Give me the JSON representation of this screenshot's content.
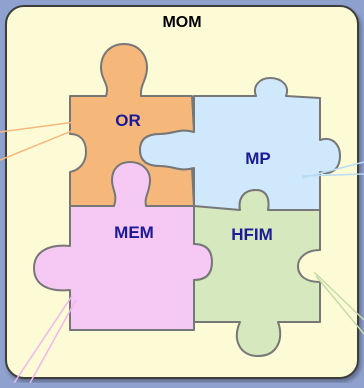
{
  "diagram": {
    "title": "MOM",
    "colors": {
      "background": "#8fa2cf",
      "panel": "#fdfbd6",
      "panel_border": "#3c3c3c",
      "or": "#f6b87a",
      "mp": "#cfe8fb",
      "mem": "#f6c9f4",
      "hfim": "#d6e8bd",
      "piece_outline": "#777777",
      "label": "#1a1a9a"
    },
    "pieces": [
      {
        "id": "or",
        "label": "OR"
      },
      {
        "id": "mp",
        "label": "MP"
      },
      {
        "id": "mem",
        "label": "MEM"
      },
      {
        "id": "hfim",
        "label": "HFIM"
      }
    ]
  }
}
